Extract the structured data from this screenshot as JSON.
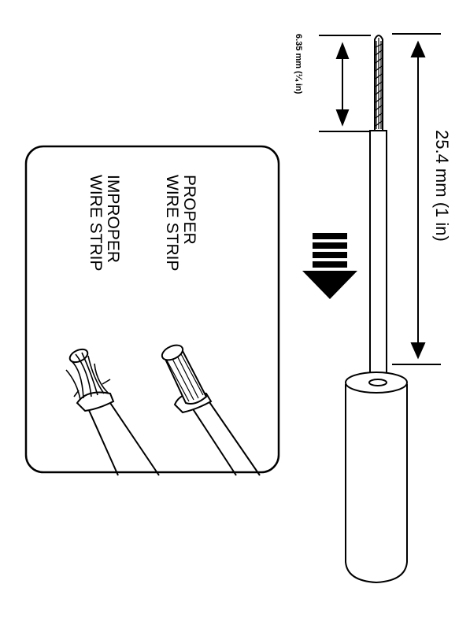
{
  "dimensions": {
    "short": "6.35 mm (¼ in)",
    "long": "25.4 mm (1 in)"
  },
  "legend": {
    "proper": {
      "line1": "PROPER",
      "line2": "WIRE STRIP"
    },
    "improper": {
      "line1": "IMPROPER",
      "line2": "WIRE STRIP"
    }
  },
  "colors": {
    "ink": "#000000",
    "paper": "#ffffff"
  }
}
